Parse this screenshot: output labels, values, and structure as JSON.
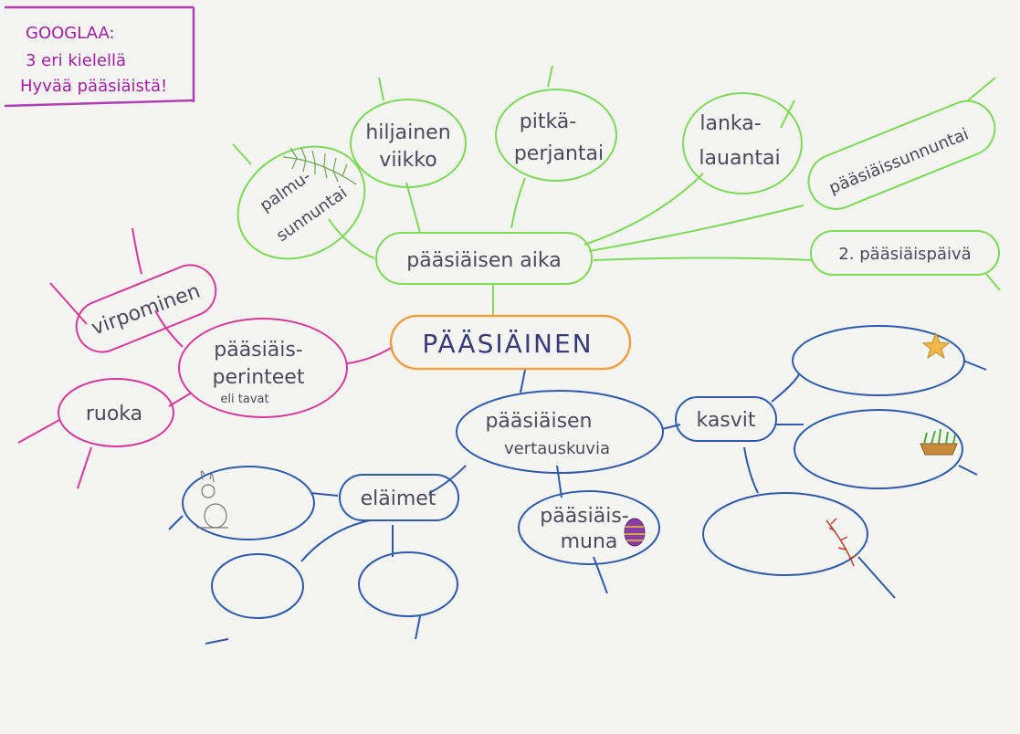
{
  "note": {
    "line1": "GOOGLAA:",
    "line2": "3 eri kielellä",
    "line3": "Hyvää pääsiäistä!"
  },
  "center": {
    "label": "PÄÄSIÄINEN"
  },
  "time_branch": {
    "hub": "pääsiäisen aika",
    "nodes": {
      "palmu_1": "palmu-",
      "palmu_2": "sunnuntai",
      "hiljainen_1": "hiljainen",
      "hiljainen_2": "viikko",
      "pitka_1": "pitkä-",
      "pitka_2": "perjantai",
      "lanka_1": "lanka-",
      "lanka_2": "lauantai",
      "paasiaissunnuntai": "pääsiäissunnuntai",
      "toinen_paiva": "2. pääsiäispäivä"
    }
  },
  "traditions_branch": {
    "hub_1": "pääsiäis-",
    "hub_2": "perinteet",
    "hub_3": "eli tavat",
    "virpominen": "virpominen",
    "ruoka": "ruoka"
  },
  "symbols_branch": {
    "hub_1": "pääsiäisen",
    "hub_2": "vertauskuvia",
    "elaimet": "eläimet",
    "muna_1": "pääsiäis-",
    "muna_2": "muna",
    "kasvit": "kasvit"
  },
  "colors": {
    "paper": "#f4f4f2",
    "green": "#7ed957",
    "pink": "#d6399a",
    "blue": "#2e5aa8",
    "orange": "#f0a040",
    "purple_note": "#a020a0",
    "ink": "#4a4a5a"
  },
  "icons": [
    "palm-branch-icon",
    "bunny-icon",
    "easter-egg-icon",
    "star-flower-icon",
    "grass-basket-icon",
    "willow-branch-icon"
  ]
}
